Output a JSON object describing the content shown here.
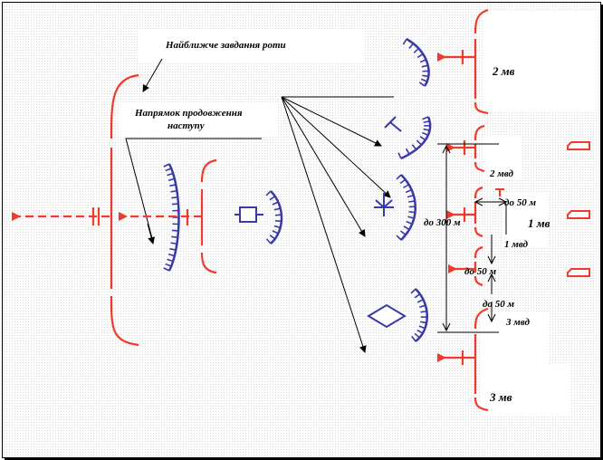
{
  "colors": {
    "red": "#ee3b2c",
    "blue": "#3a3aa6",
    "black": "#000000"
  },
  "labels": {
    "nearest_task": "Найближче завдання роти",
    "continuation_line1": "Напрямок продовження",
    "continuation_line2": "наступу",
    "company_2": "2 мв",
    "company_1": "1 мв",
    "company_3": "3 мв",
    "platoon_2": "2 мвд",
    "platoon_1": "1 мвд",
    "platoon_3": "3 мвд",
    "up_to_300": "до 300 м",
    "up_to_50_a": "до 50 м",
    "up_to_50_b": "до 50 м",
    "up_to_50_c": "до 50 м"
  }
}
